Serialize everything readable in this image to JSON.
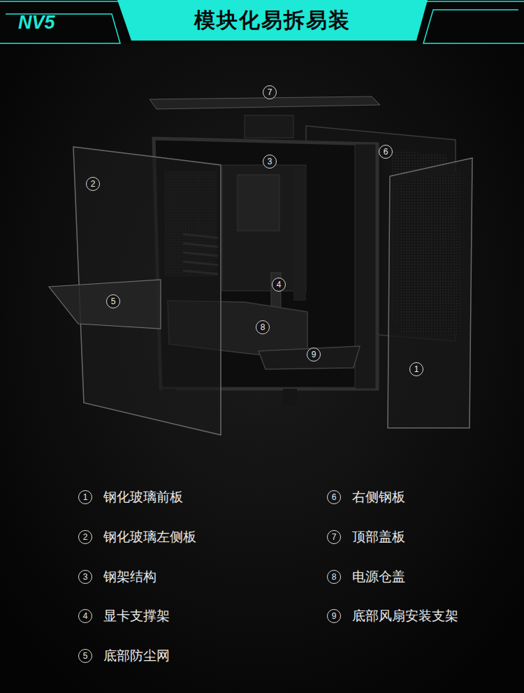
{
  "diagram": {
    "title": "模块化易拆易装",
    "nodes": [
      {
        "text": [
          "7"
        ]
      },
      {
        "text": [
          "3"
        ]
      },
      {
        "text": [
          "6"
        ]
      },
      {
        "text": [
          "2"
        ]
      },
      {
        "text": [
          "4"
        ]
      },
      {
        "text": [
          "5"
        ]
      },
      {
        "text": [
          "8"
        ]
      },
      {
        "text": [
          "9"
        ]
      },
      {
        "text": [
          "1"
        ]
      },
      {
        "text": [
          "1",
          "钢化玻璃前板"
        ]
      },
      {
        "text": [
          "2",
          "钢化玻璃左侧板"
        ]
      },
      {
        "text": [
          "3",
          "钢架结构"
        ]
      },
      {
        "text": [
          "4",
          "显卡支撑架"
        ]
      },
      {
        "text": [
          "5",
          "底部防尘网"
        ]
      },
      {
        "text": [
          "6",
          "右侧钢板"
        ]
      },
      {
        "text": [
          "7",
          "顶部盖板"
        ]
      },
      {
        "text": [
          "8",
          "电源仓盖"
        ]
      },
      {
        "text": [
          "9",
          "底部风扇安装支架"
        ]
      }
    ],
    "labels": [
      "NV5"
    ]
  }
}
